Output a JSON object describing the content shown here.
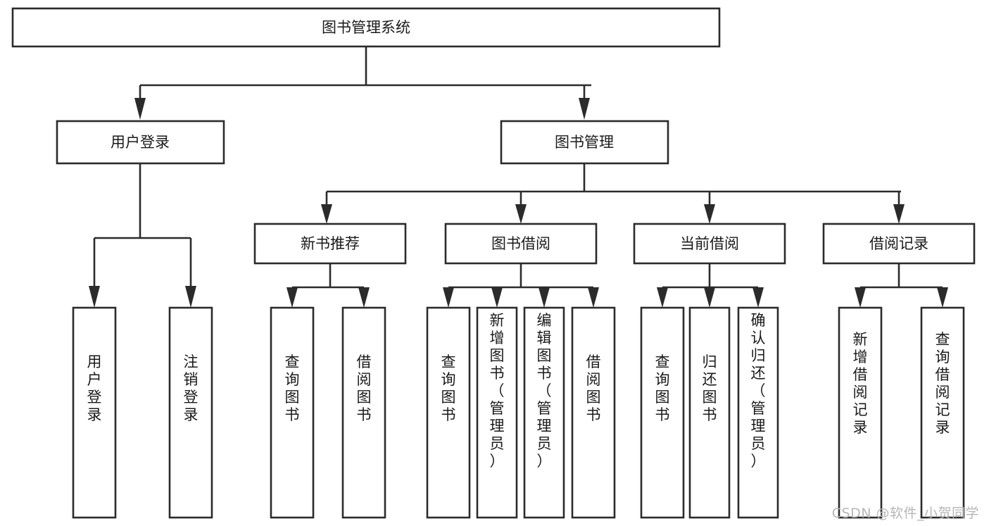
{
  "diagram": {
    "type": "tree",
    "title": "图书管理系统",
    "orientation": "top-down",
    "background_color": "#ffffff",
    "line_color": "#2b2b2b",
    "box_fill": "#ffffff",
    "text_color": "#1a1a1a",
    "levels": 4
  },
  "root": {
    "label": "图书管理系统"
  },
  "level2": [
    {
      "label": "用户登录"
    },
    {
      "label": "图书管理"
    }
  ],
  "level3": [
    {
      "label": "新书推荐"
    },
    {
      "label": "图书借阅"
    },
    {
      "label": "当前借阅"
    },
    {
      "label": "借阅记录"
    }
  ],
  "leaves": {
    "user_login": [
      {
        "label": "用户登录"
      },
      {
        "label": "注销登录"
      }
    ],
    "new_book_recommend": [
      {
        "label": "查询图书"
      },
      {
        "label": "借阅图书"
      }
    ],
    "book_borrow": [
      {
        "label": "查询图书"
      },
      {
        "label": "新增图书（管理员）"
      },
      {
        "label": "编辑图书（管理员）"
      },
      {
        "label": "借阅图书"
      }
    ],
    "current_borrow": [
      {
        "label": "查询图书"
      },
      {
        "label": "归还图书"
      },
      {
        "label": "确认归还（管理员）"
      }
    ],
    "borrow_record": [
      {
        "label": "新增借阅记录"
      },
      {
        "label": "查询借阅记录"
      }
    ]
  },
  "watermark": {
    "text": "CSDN @软件_小贺同学",
    "color": "#b6b6b6"
  }
}
